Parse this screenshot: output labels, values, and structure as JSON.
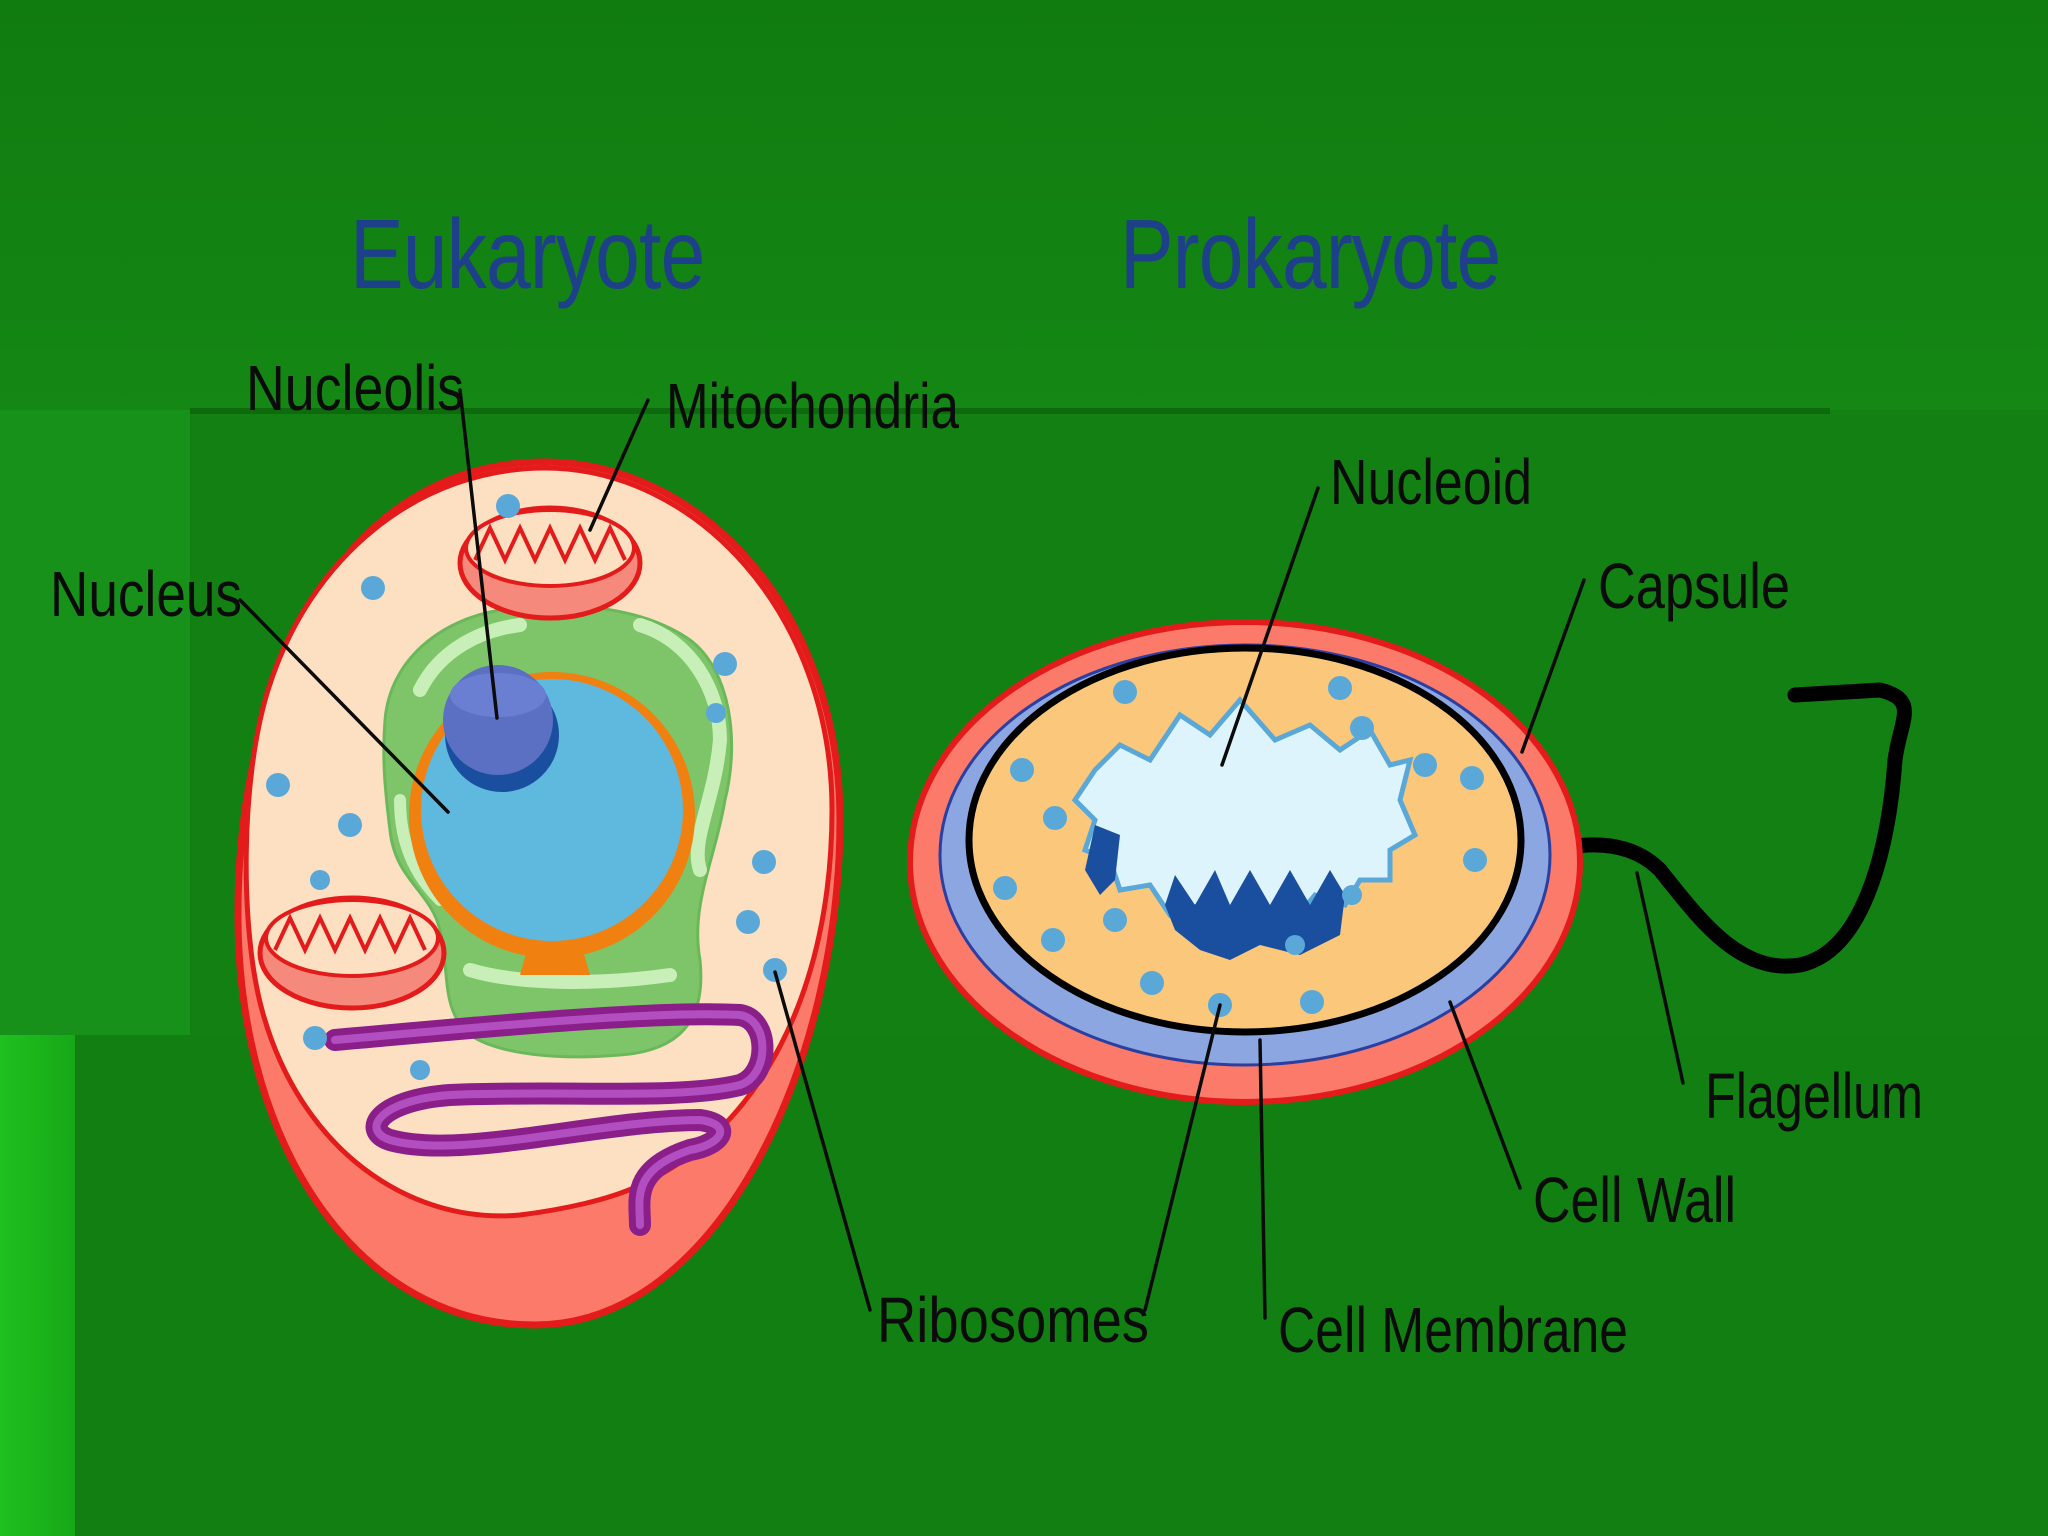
{
  "slide": {
    "background_color": "#138a13",
    "title_color": "#1e3f8a"
  },
  "titles": {
    "eukaryote": "Eukaryote",
    "prokaryote": "Prokaryote"
  },
  "eukaryote_labels": {
    "nucleolis": "Nucleolis",
    "mitochondria": "Mitochondria",
    "nucleus": "Nucleus",
    "ribosomes": "Ribosomes"
  },
  "prokaryote_labels": {
    "nucleoid": "Nucleoid",
    "capsule": "Capsule",
    "flagellum": "Flagellum",
    "cell_wall": "Cell Wall",
    "cell_membrane": "Cell Membrane"
  }
}
